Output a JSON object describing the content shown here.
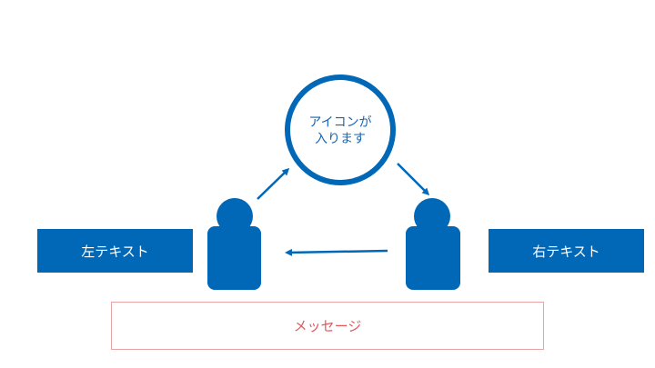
{
  "colors": {
    "primary": "#0068b7",
    "message_border": "#e8a3a3",
    "message_text": "#e05a5a"
  },
  "circle": {
    "line1": "アイコンが",
    "line2": "入ります"
  },
  "left_box": {
    "label": "左テキスト"
  },
  "right_box": {
    "label": "右テキスト"
  },
  "message": {
    "label": "メッセージ"
  },
  "icons": {
    "person_left": "person-icon",
    "person_right": "person-icon"
  }
}
